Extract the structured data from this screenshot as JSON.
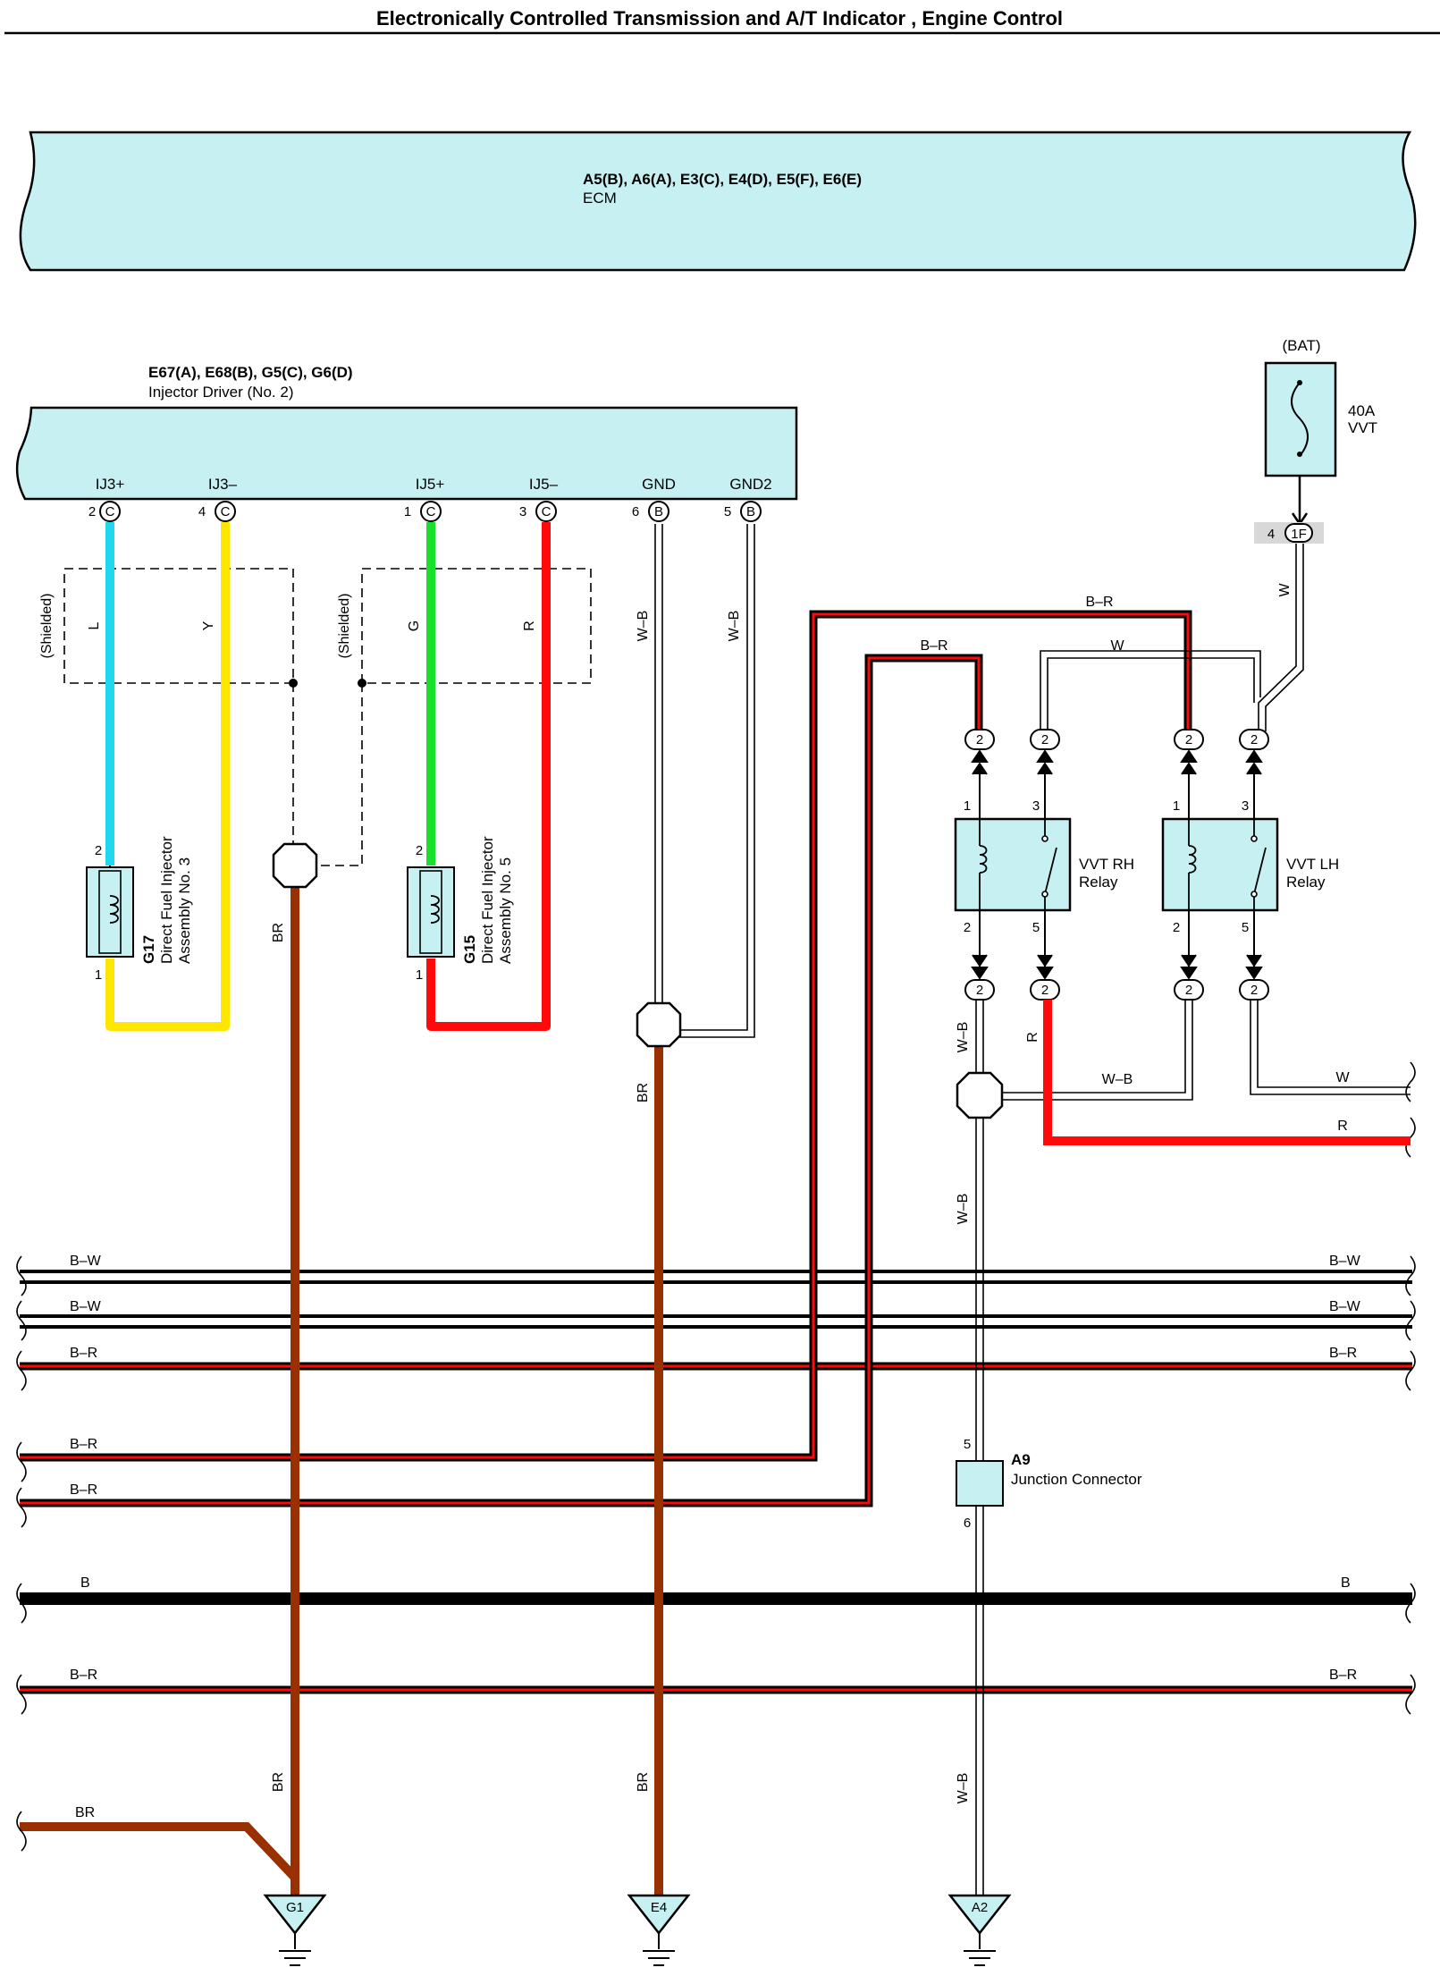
{
  "page": {
    "title": "Electronically Controlled Transmission and A/T Indicator , Engine Control"
  },
  "ecm": {
    "connectors": "A5(B), A6(A), E3(C), E4(D), E5(F), E6(E)",
    "name": "ECM"
  },
  "injector_driver": {
    "connectors": "E67(A), E68(B), G5(C), G6(D)",
    "name": "Injector Driver (No. 2)",
    "terminals": [
      {
        "name": "IJ3+",
        "pin": "2",
        "conn": "C"
      },
      {
        "name": "IJ3–",
        "pin": "4",
        "conn": "C"
      },
      {
        "name": "IJ5+",
        "pin": "1",
        "conn": "C"
      },
      {
        "name": "IJ5–",
        "pin": "3",
        "conn": "C"
      },
      {
        "name": "GND",
        "pin": "6",
        "conn": "B"
      },
      {
        "name": "GND2",
        "pin": "5",
        "conn": "B"
      }
    ]
  },
  "shielded_label": "(Shielded)",
  "fuse": {
    "source": "(BAT)",
    "rating": "40A",
    "name": "VVT",
    "connector_pin": "4",
    "connector": "1F"
  },
  "injectors": [
    {
      "code": "G17",
      "name_line1": "Direct Fuel Injector",
      "name_line2": "Assembly No. 3",
      "pin_top": "2",
      "pin_bottom": "1"
    },
    {
      "code": "G15",
      "name_line1": "Direct Fuel Injector",
      "name_line2": "Assembly No. 5",
      "pin_top": "2",
      "pin_bottom": "1"
    }
  ],
  "relays": [
    {
      "name_line1": "VVT RH",
      "name_line2": "Relay",
      "pins": [
        "1",
        "3",
        "2",
        "5"
      ],
      "conn_pin": "2"
    },
    {
      "name_line1": "VVT LH",
      "name_line2": "Relay",
      "pins": [
        "1",
        "3",
        "2",
        "5"
      ],
      "conn_pin": "2"
    }
  ],
  "junction": {
    "code": "A9",
    "name": "Junction Connector",
    "pin_in": "5",
    "pin_out": "6"
  },
  "grounds": [
    "G1",
    "E4",
    "A2"
  ],
  "wire_labels": {
    "L": "L",
    "Y": "Y",
    "G": "G",
    "R": "R",
    "WB": "W–B",
    "BR": "BR",
    "BW": "B–W",
    "BRR": "B–R",
    "B": "B",
    "W": "W"
  },
  "colors": {
    "ecm_fill": "#c6f0f2",
    "blue": "#1fd7ee",
    "yellow": "#ffe600",
    "green": "#19e02c",
    "red": "#ff0a0a",
    "brown": "#993000",
    "black": "#000000"
  }
}
